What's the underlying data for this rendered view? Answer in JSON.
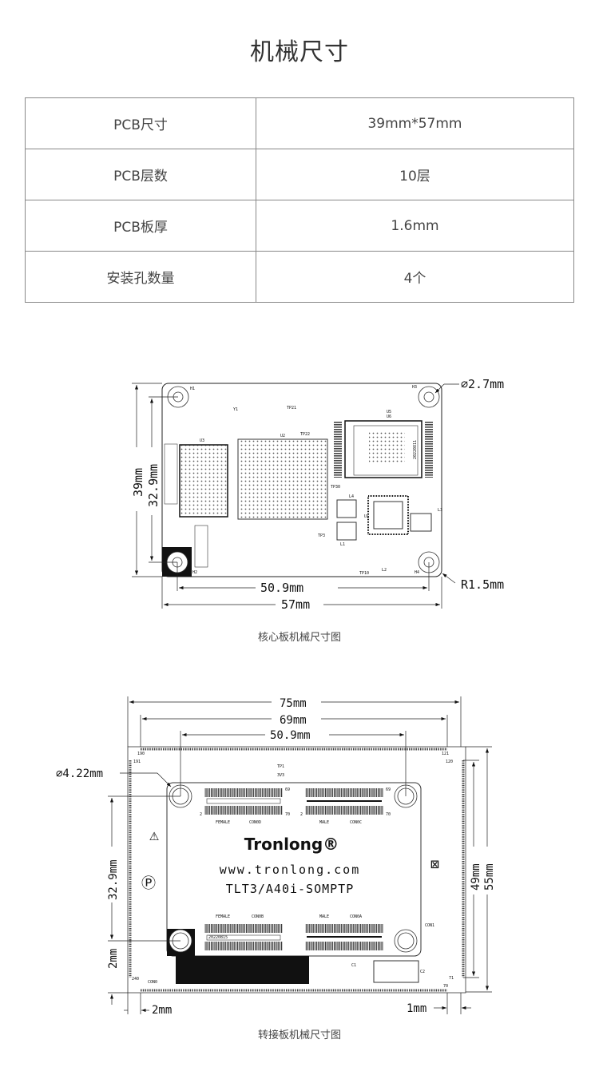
{
  "title": "机械尺寸",
  "specs": [
    {
      "label": "PCB尺寸",
      "value": "39mm*57mm"
    },
    {
      "label": "PCB层数",
      "value": "10层"
    },
    {
      "label": "PCB板厚",
      "value": "1.6mm"
    },
    {
      "label": "安装孔数量",
      "value": "4个"
    }
  ],
  "fig1": {
    "caption": "核心板机械尺寸图",
    "dims": {
      "height": "39mm",
      "hole_v": "32.9mm",
      "hole_h": "50.9mm",
      "width": "57mm",
      "hole_dia": "⌀2.7mm",
      "radius": "R1.5mm"
    },
    "labels": {
      "h1": "H1",
      "h2": "H2",
      "h3": "H3",
      "h4": "H4",
      "u1": "U1",
      "u2": "U2",
      "u3": "U3",
      "u5": "U5",
      "u6": "U6",
      "l1": "L1",
      "l2": "L2",
      "l3": "L3",
      "l4": "L4",
      "y1": "Y1",
      "date": "20220811",
      "tp21": "TP21",
      "tp22": "TP22",
      "tp30": "TP30",
      "tp3": "TP3",
      "tp10": "TP10"
    }
  },
  "fig2": {
    "caption": "转接板机械尺寸图",
    "dims": {
      "w75": "75mm",
      "w69": "69mm",
      "w509": "50.9mm",
      "h49": "49mm",
      "h55": "55mm",
      "h329": "32.9mm",
      "v2": "2mm",
      "hole_dia": "⌀4.22mm",
      "b2": "2mm",
      "b1": "1mm"
    },
    "brand": "Tronlong®",
    "url": "www.tronlong.com",
    "model": "TLT3/A40i-SOMPTP",
    "labels": {
      "p190": "190",
      "p191": "191",
      "p121": "121",
      "p120": "120",
      "p240": "240",
      "p70": "70",
      "p71": "71",
      "con0": "CON0",
      "con1": "CON1",
      "tp1": "TP1",
      "v33": "3V3",
      "female": "FEMALE",
      "male": "MALE",
      "con0d": "CON0D",
      "con0c": "CON0C",
      "con0b": "CON0B",
      "con0a": "CON0A",
      "c1": "C1",
      "c2": "C2",
      "n69": "69",
      "n2": "2",
      "n70": "70",
      "date": "20220815"
    }
  }
}
